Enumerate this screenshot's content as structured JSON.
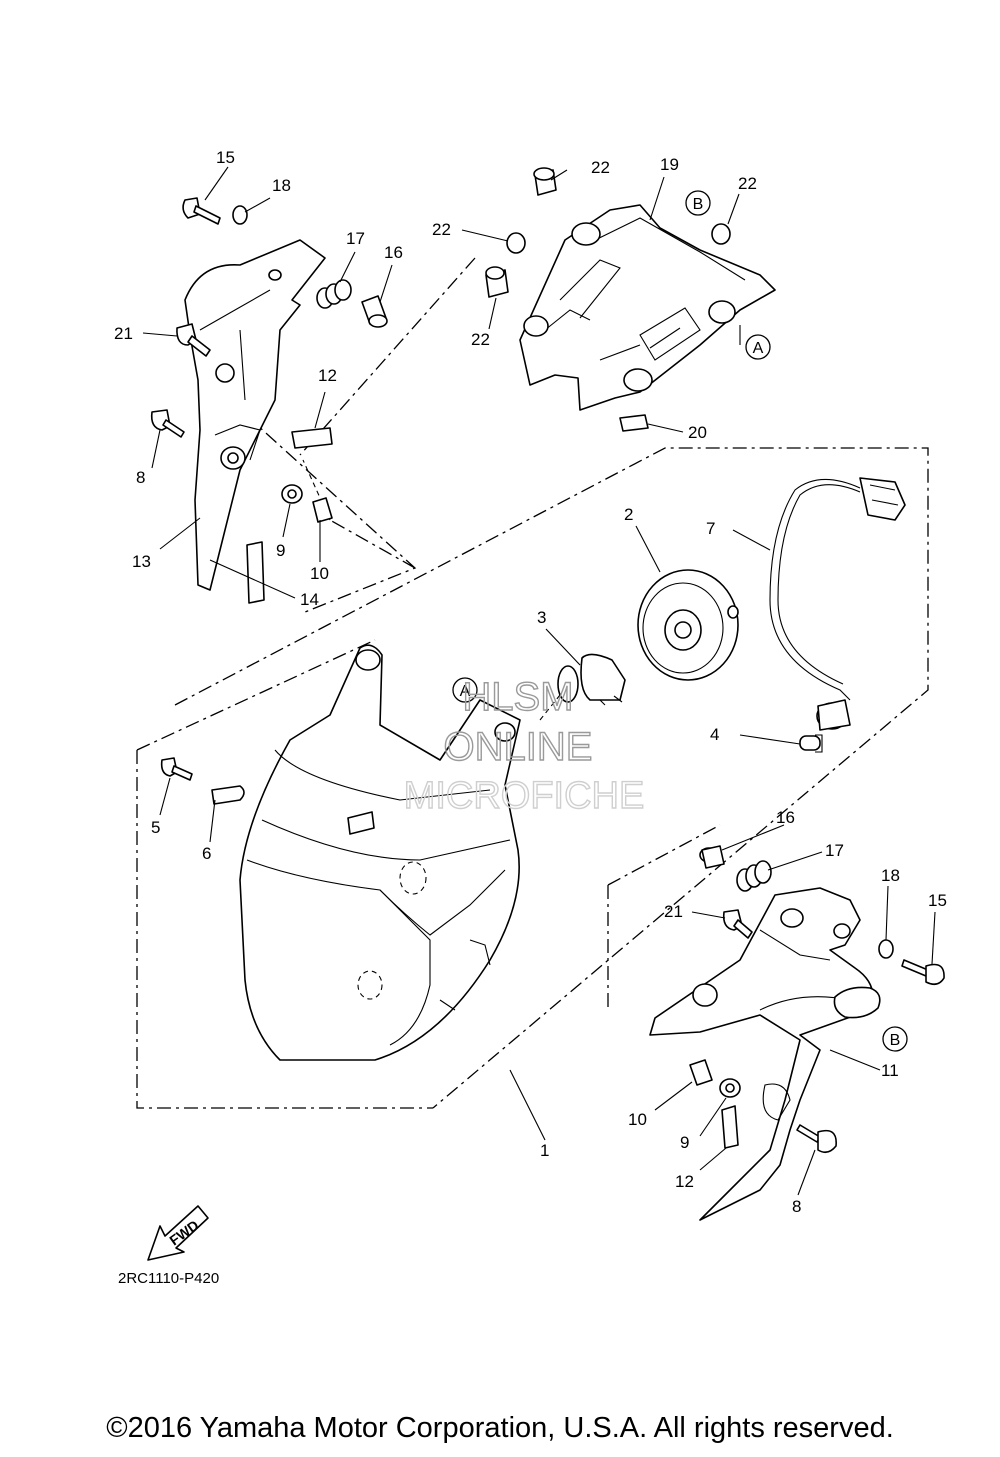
{
  "diagram": {
    "code": "2RC1110-P420",
    "fwd_label": "FWD",
    "copyright": "©2016 Yamaha Motor Corporation, U.S.A. All rights reserved.",
    "watermark": [
      "HLSM",
      "ONLINE",
      "MICROFICHE"
    ],
    "ref_markers": [
      "A",
      "B"
    ],
    "callouts": [
      "1",
      "2",
      "3",
      "4",
      "5",
      "6",
      "7",
      "8",
      "9",
      "10",
      "11",
      "12",
      "13",
      "14",
      "15",
      "16",
      "17",
      "18",
      "19",
      "20",
      "21",
      "22"
    ]
  }
}
